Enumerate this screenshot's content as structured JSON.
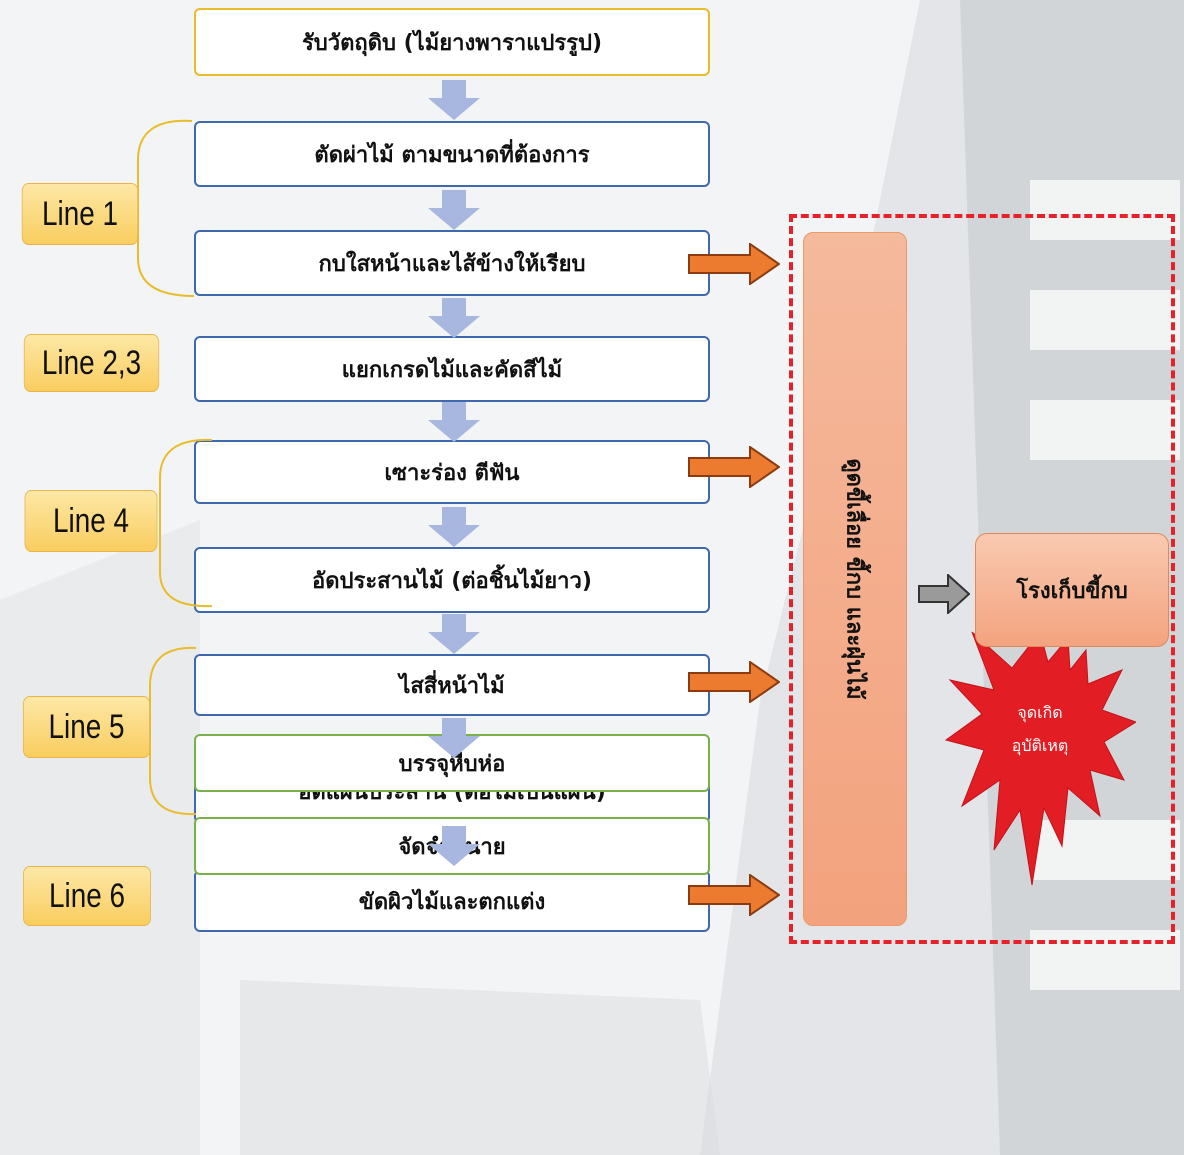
{
  "steps": [
    {
      "label": "รับวัตถุดิบ (ไม้ยางพาราแปรรูป)"
    },
    {
      "label": "ตัดผ่าไม้ ตามขนาดที่ต้องการ"
    },
    {
      "label": "กบใสหน้าและไส้ข้างให้เรียบ"
    },
    {
      "label": "แยกเกรดไม้และคัดสีไม้"
    },
    {
      "label": "เซาะร่อง ตีฟัน"
    },
    {
      "label": "อัดประสานไม้ (ต่อชิ้นไม้ยาว)"
    },
    {
      "label": "ไสสี่หน้าไม้"
    },
    {
      "label": "อัดแผนประสาน (ต่อไม้เป็นแผ่น)"
    },
    {
      "label": "ขัดผิวไม้และตกแต่ง"
    },
    {
      "label": "บรรจุหีบห่อ"
    },
    {
      "label": "จัดจำหนาย"
    }
  ],
  "lines": [
    {
      "label": "Line 1"
    },
    {
      "label": "Line 2,3"
    },
    {
      "label": "Line 4"
    },
    {
      "label": "Line 5"
    },
    {
      "label": "Line 6"
    }
  ],
  "waste_bar": {
    "label": "ดูดขี้เลื่อย ขี้กบ และฝุ่นไม้"
  },
  "storage": {
    "label": "โรงเก็บขี้กบ"
  },
  "accident": {
    "line1": "จุดเกิด",
    "line2": "อุบัติเหตุ"
  },
  "colors": {
    "step_border": "#3f69ad",
    "first_border": "#e9bc2a",
    "final_border": "#79b04a",
    "down_arrow": "#a8b7df",
    "orange_arrow": "#ec7b2f",
    "dashed_box": "#e52229",
    "star": "#e31d24",
    "line_label": "#f9cd5f"
  }
}
